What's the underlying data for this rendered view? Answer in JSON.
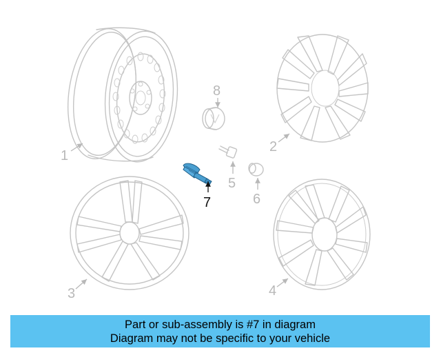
{
  "callouts": [
    {
      "label": "1",
      "part": "steel-wheel"
    },
    {
      "label": "2",
      "part": "wheel-cover"
    },
    {
      "label": "3",
      "part": "alloy-wheel"
    },
    {
      "label": "4",
      "part": "wheel-cover"
    },
    {
      "label": "5",
      "part": "lug-bolt"
    },
    {
      "label": "6",
      "part": "lug-nut-cap"
    },
    {
      "label": "7",
      "part": "tpms-valve-stem",
      "highlighted": true
    },
    {
      "label": "8",
      "part": "center-cap"
    }
  ],
  "colors": {
    "highlight_part": "#4a9fd0",
    "highlight_text": "#111111",
    "line_art": "#c4c4c4",
    "banner_background": "#5bc2f1"
  },
  "banner": {
    "line1": "Part or sub-assembly is #7 in diagram",
    "line2": "Diagram may not be specific to your vehicle"
  }
}
